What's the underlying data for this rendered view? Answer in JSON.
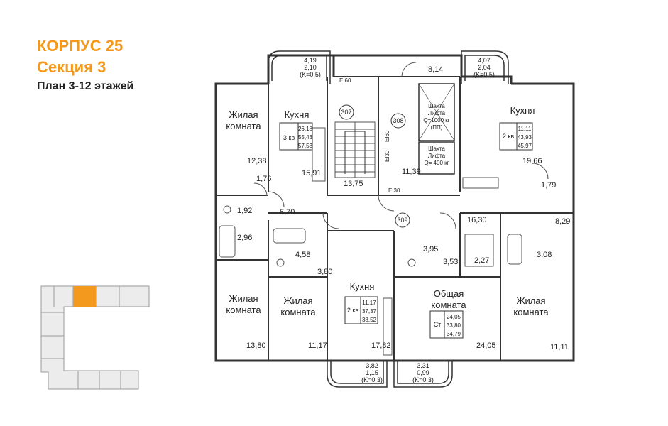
{
  "header": {
    "building": "КОРПУС 25",
    "section": "Секция 3",
    "plan": "План 3-12 этажей"
  },
  "colors": {
    "accent": "#f39a1e",
    "wall": "#333333",
    "highlight": "#f39a1e"
  },
  "rooms": {
    "living_tl": [
      "Жилая",
      "комната"
    ],
    "kitchen_tl": "Кухня",
    "kitchen_tr": "Кухня",
    "living_bl": [
      "Жилая",
      "комната"
    ],
    "living_bl2": [
      "Жилая",
      "комната"
    ],
    "kitchen_bc": "Кухня",
    "common": [
      "Общая",
      "комната"
    ],
    "living_br": [
      "Жилая",
      "комната"
    ]
  },
  "areas": {
    "a1": "12,38",
    "a2": "1,76",
    "a3": "15,91",
    "a4": "1,92",
    "a5": "2,96",
    "a6": "6,70",
    "a7": "13,75",
    "a8": "11,39",
    "a9": "8,14",
    "a10": "19,66",
    "a11": "1,79",
    "a12": "16,30",
    "a13": "8,29",
    "a14": "4,58",
    "a15": "3,80",
    "a16": "3,95",
    "a17": "3,53",
    "a18": "2,27",
    "a19": "3,08",
    "a20": "13,80",
    "a21": "11,17",
    "a22": "17,82",
    "a23": "24,05",
    "a24": "11,11"
  },
  "balconies": {
    "tl": [
      "4,19",
      "2,10",
      "(K=0,5)"
    ],
    "tr": [
      "4,07",
      "2,04",
      "(K=0,5)"
    ],
    "bl": [
      "3,82",
      "1,15",
      "(K=0,3)"
    ],
    "br": [
      "3,31",
      "0,99",
      "(K=0,3)"
    ]
  },
  "apartments": {
    "apt1": {
      "type": "3 кв",
      "v1": "26,18",
      "v2": "55,43",
      "v3": "57,53"
    },
    "apt2": {
      "type": "2 кв",
      "v1": "11,11",
      "v2": "43,93",
      "v3": "45,97"
    },
    "apt3": {
      "type": "2 кв",
      "v1": "11,17",
      "v2": "37,37",
      "v3": "38,52"
    },
    "apt4": {
      "type": "Ст",
      "v1": "24,05",
      "v2": "33,80",
      "v3": "34,79"
    }
  },
  "circles": {
    "c307": "307",
    "c308": "308",
    "c309": "309"
  },
  "fire": {
    "ei60a": "EI60",
    "ei60b": "EI60",
    "ei30a": "EI30",
    "ei30b": "EI30"
  },
  "lifts": {
    "lift1": [
      "Шахта",
      "Лифта",
      "Q=1000 кг",
      "(ПП)"
    ],
    "lift2": [
      "Шахта",
      "Лифта",
      "Q= 400 кг"
    ]
  }
}
